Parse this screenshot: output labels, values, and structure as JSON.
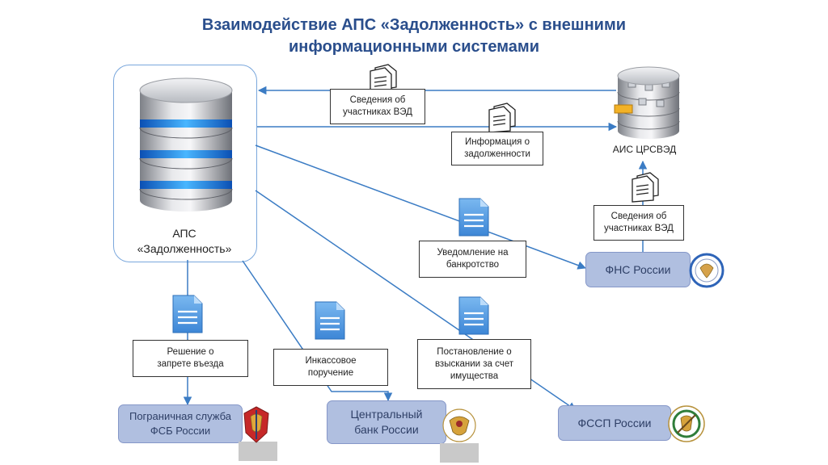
{
  "title": {
    "line1": "Взаимодействие АПС «Задолженность» с внешними",
    "line2": "информационными системами"
  },
  "aps": {
    "line1": "АПС",
    "line2": "«Задолженность»",
    "icon": "database-server-icon"
  },
  "ais": {
    "label": "АИС ЦРСВЭД",
    "icon": "database-server-icon"
  },
  "flows": {
    "ved_to_aps": {
      "line1": "Сведения об",
      "line2": "участниках ВЭД"
    },
    "debt_info": {
      "line1": "Информация о",
      "line2": "задолженности"
    },
    "ved_to_ais": {
      "line1": "Сведения об",
      "line2": "участниках ВЭД"
    },
    "bankruptcy": {
      "line1": "Уведомление на",
      "line2": "банкротство"
    },
    "entry_ban": {
      "line1": "Решение о",
      "line2": "запрете въезда"
    },
    "collection_order": {
      "line1": "Инкассовое",
      "line2": "поручение"
    },
    "property_recovery": {
      "line1": "Постановление о",
      "line2": "взыскании за счет",
      "line3": "имущества"
    }
  },
  "orgs": {
    "fns": {
      "line1": "ФНС России",
      "emblem": "fns-emblem-icon"
    },
    "fsb": {
      "line1": "Пограничная служба",
      "line2": "ФСБ России",
      "emblem": "fsb-emblem-icon"
    },
    "cb": {
      "line1": "Центральный",
      "line2": "банк России",
      "emblem": "cb-emblem-icon"
    },
    "fssp": {
      "line1": "ФССП России",
      "emblem": "fssp-emblem-icon"
    }
  },
  "colors": {
    "title": "#2a4e8c",
    "arrow": "#3b7cc4",
    "org_fill": "#b0bfe0",
    "doc_icon": "#4a90d9"
  }
}
